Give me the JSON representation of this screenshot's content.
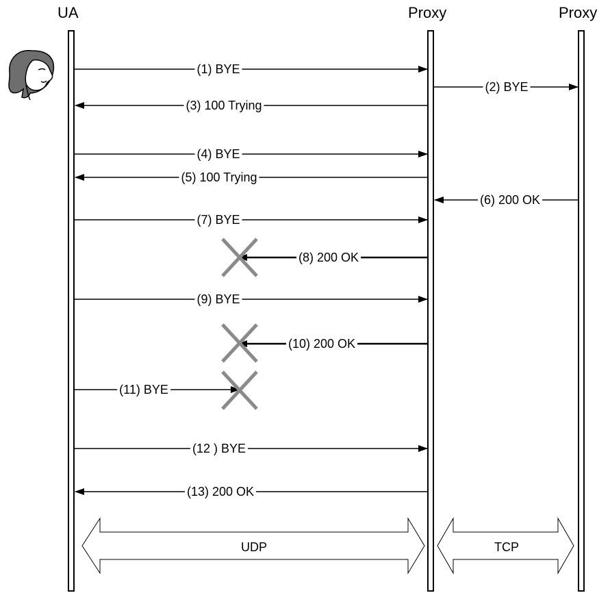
{
  "participants": {
    "ua": "UA",
    "proxy1": "Proxy",
    "proxy2": "Proxy"
  },
  "messages": [
    {
      "label": "(1) BYE",
      "from": "UA",
      "to": "Proxy 1",
      "delivered": true
    },
    {
      "label": "(2) BYE",
      "from": "Proxy 1",
      "to": "Proxy 2",
      "delivered": true
    },
    {
      "label": "(3) 100 Trying",
      "from": "Proxy 1",
      "to": "UA",
      "delivered": true
    },
    {
      "label": "(4) BYE",
      "from": "UA",
      "to": "Proxy 1",
      "delivered": true
    },
    {
      "label": "(5) 100 Trying",
      "from": "Proxy 1",
      "to": "UA",
      "delivered": true
    },
    {
      "label": "(6) 200 OK",
      "from": "Proxy 2",
      "to": "Proxy 1",
      "delivered": true
    },
    {
      "label": "(7) BYE",
      "from": "UA",
      "to": "Proxy 1",
      "delivered": true
    },
    {
      "label": "(8) 200 OK",
      "from": "Proxy 1",
      "to": "UA",
      "delivered": false
    },
    {
      "label": "(9) BYE",
      "from": "UA",
      "to": "Proxy 1",
      "delivered": true
    },
    {
      "label": "(10) 200 OK",
      "from": "Proxy 1",
      "to": "UA",
      "delivered": false
    },
    {
      "label": "(11) BYE",
      "from": "UA",
      "to": "Proxy 1",
      "delivered": false
    },
    {
      "label": "(12 ) BYE",
      "from": "UA",
      "to": "Proxy 1",
      "delivered": true
    },
    {
      "label": "(13) 200 OK",
      "from": "Proxy 1",
      "to": "UA",
      "delivered": true
    }
  ],
  "transports": {
    "left": "UDP",
    "right": "TCP"
  },
  "icons": {
    "user_avatar": "woman-face-icon",
    "lost_message": "x-mark-icon"
  },
  "colors": {
    "line": "#000000",
    "lost_mark": "#8a8a8a",
    "avatar_hair": "#6e6e6e"
  }
}
